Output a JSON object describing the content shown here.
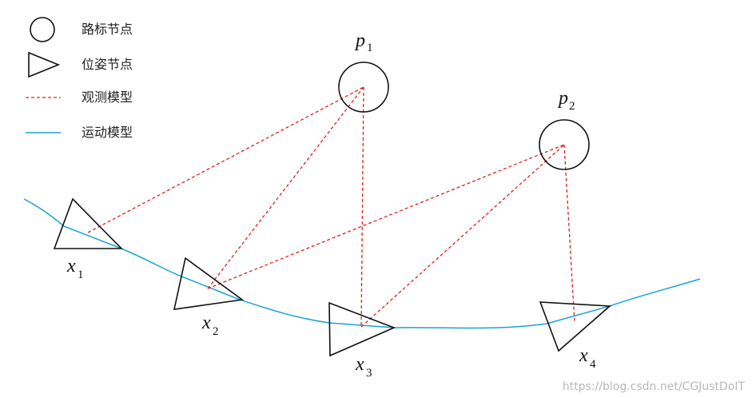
{
  "legend": {
    "landmark_label": "路标节点",
    "pose_label": "位姿节点",
    "observation_label": "观测模型",
    "motion_label": "运动模型"
  },
  "landmarks": [
    {
      "var": "p",
      "sub": "1"
    },
    {
      "var": "p",
      "sub": "2"
    }
  ],
  "poses": [
    {
      "var": "x",
      "sub": "1"
    },
    {
      "var": "x",
      "sub": "2"
    },
    {
      "var": "x",
      "sub": "3"
    },
    {
      "var": "x",
      "sub": "4"
    }
  ],
  "colors": {
    "observation": "#e02020",
    "motion": "#1aa3d9",
    "outline": "#111111"
  },
  "watermark": "https://blog.csdn.net/CGJustDoIT"
}
